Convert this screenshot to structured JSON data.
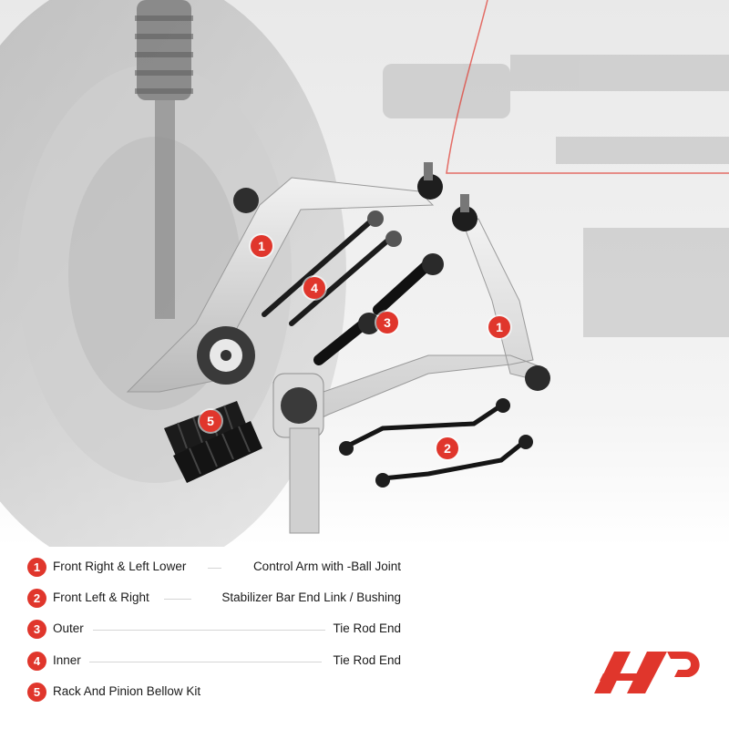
{
  "legend": [
    {
      "num": "1",
      "left": "Front Right  & Left Lower",
      "right": "Control Arm with -Ball Joint"
    },
    {
      "num": "2",
      "left": "Front Left & Right",
      "right": "Stabilizer Bar End Link / Bushing"
    },
    {
      "num": "3",
      "left": "Outer",
      "right": "Tie Rod End"
    },
    {
      "num": "4",
      "left": "Inner",
      "right": "Tie Rod End"
    },
    {
      "num": "5",
      "left": "Rack And Pinion Bellow Kit",
      "right": ""
    }
  ],
  "callouts": [
    "1",
    "4",
    "3",
    "1",
    "5",
    "2"
  ],
  "colors": {
    "accent": "#e0362c",
    "text": "#1a1a1a",
    "divider": "#d5d5d5"
  },
  "icons": [
    "brand-logo-icon",
    "control-arm-icon",
    "tie-rod-icon",
    "stabilizer-link-icon",
    "bellow-boot-icon"
  ]
}
